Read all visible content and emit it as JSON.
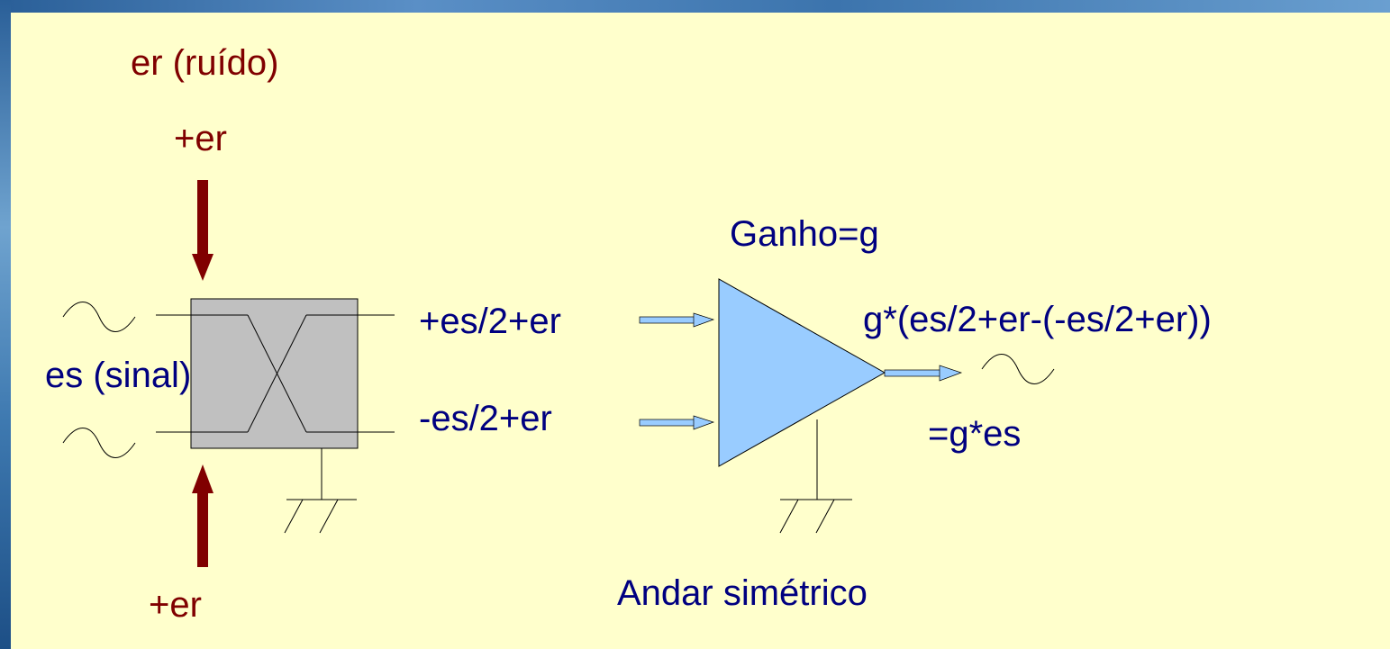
{
  "labels": {
    "noise_title": "er (ruído)",
    "noise_top": "+er",
    "noise_bottom": "+er",
    "signal": "es (sinal)",
    "out_plus": "+es/2+er",
    "out_minus": "-es/2+er",
    "gain": "Ganho=g",
    "output_expr": "g*(es/2+er-(-es/2+er))",
    "output_result": "=g*es",
    "stage_name": "Andar simétrico"
  },
  "colors": {
    "slide_bg": "#ffffcc",
    "noise_text": "#800000",
    "signal_text": "#000080",
    "noise_arrow": "#800000",
    "amplifier_fill": "#99ccff",
    "transformer_fill": "#c0c0c0"
  }
}
